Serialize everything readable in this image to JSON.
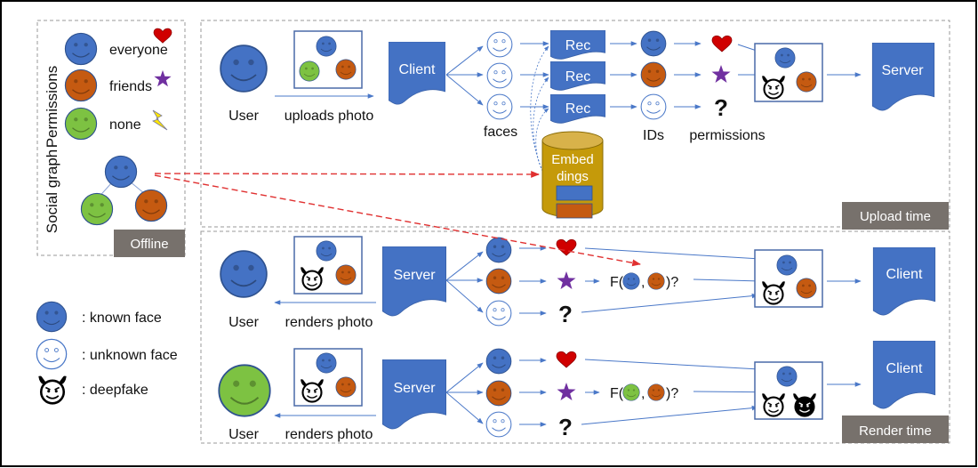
{
  "colors": {
    "blue": "#4472c4",
    "orange": "#c55a11",
    "green": "#7dc242",
    "gold": "#c59a0a",
    "heart": "#d00000",
    "star": "#7030a0",
    "bolt": "#ffe600",
    "arrow": "#4a78c8",
    "red_dash": "#e03030",
    "tag_bg": "#77716c",
    "dash_border": "#999999"
  },
  "legend_permissions": {
    "title": "Permissions",
    "items": [
      {
        "face": "blue",
        "label": "everyone",
        "icon": "heart-icon"
      },
      {
        "face": "orange",
        "label": "friends",
        "icon": "star-icon"
      },
      {
        "face": "green",
        "label": "none",
        "icon": "lightning-icon"
      }
    ],
    "social_graph_title": "Social graph",
    "offline_tag": "Offline"
  },
  "legend_faces": [
    {
      "kind": "known",
      "label": ": known face"
    },
    {
      "kind": "unknown",
      "label": ": unknown face"
    },
    {
      "kind": "deepfake",
      "label": ": deepfake"
    }
  ],
  "upload": {
    "user_label": "User",
    "action_label": "uploads photo",
    "client_label": "Client",
    "faces_label": "faces",
    "rec_label": "Rec",
    "ids_label": "IDs",
    "permissions_label": "permissions",
    "embeddings_label_1": "Embed",
    "embeddings_label_2": "dings",
    "server_label": "Server",
    "question": "?",
    "tag": "Upload time"
  },
  "render1": {
    "user_label": "User",
    "action_label": "renders photo",
    "server_label": "Server",
    "client_label": "Client",
    "func_prefix": "F(",
    "func_sep": ",",
    "func_suffix": ")?",
    "question": "?"
  },
  "render2": {
    "user_label": "User",
    "action_label": "renders photo",
    "server_label": "Server",
    "client_label": "Client",
    "func_prefix": "F(",
    "func_sep": ",",
    "func_suffix": ")?",
    "question": "?",
    "tag": "Render time"
  }
}
